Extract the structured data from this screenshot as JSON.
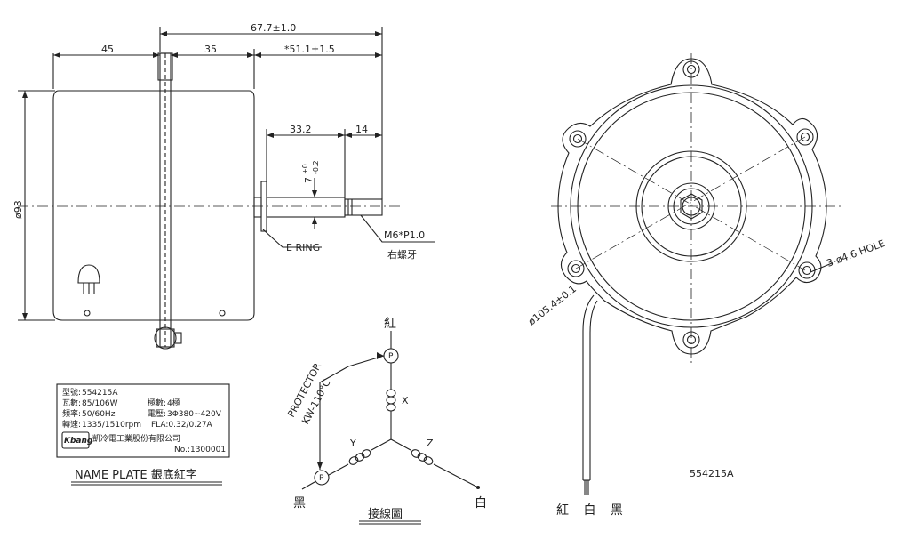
{
  "dimensions": {
    "overall_length": "67.7±1.0",
    "body_length": "45",
    "mount_offset": "35",
    "shaft_extension": "*51.1±1.5",
    "shaft_length": "33.2",
    "thread_length": "14",
    "diameter": "ø93",
    "flat": "7",
    "flat_tolerance_upper": "+0",
    "flat_tolerance_lower": "-0.2",
    "bolt_circle": "ø105.4±0.1",
    "holes": "3-ø4.6 HOLE"
  },
  "callouts": {
    "e_ring": "E RING",
    "thread": "M6*P1.0",
    "thread_direction": "右螺牙"
  },
  "nameplate": {
    "row1_label": "型號:",
    "row1_value": "554215A",
    "row2_label": "瓦數:",
    "row2_value": "85/106W",
    "row2b_label": "極數:",
    "row2b_value": "4極",
    "row3_label": "頻率:",
    "row3_value": "50/60Hz",
    "row3b_label": "電壓:",
    "row3b_value": "3Φ380~420V",
    "row4_label": "轉速:",
    "row4_value": "1335/1510rpm",
    "row4b_value": "FLA:0.32/0.27A",
    "logo_text": "Kbang",
    "company": "凱冷電工業股份有限公司",
    "serial": "No.:1300001",
    "caption": "NAME PLATE 銀底紅字"
  },
  "wiring": {
    "protector": "PROTECTOR",
    "protector_temp": "KW-110°C",
    "p_symbol": "P",
    "coil_x": "X",
    "coil_y": "Y",
    "coil_z": "Z",
    "red": "紅",
    "black": "黑",
    "white": "白",
    "caption": "接線圖"
  },
  "front_view": {
    "model": "554215A",
    "lead_colors": "紅 白 黑"
  },
  "colors": {
    "line": "#222222",
    "background": "#ffffff"
  }
}
